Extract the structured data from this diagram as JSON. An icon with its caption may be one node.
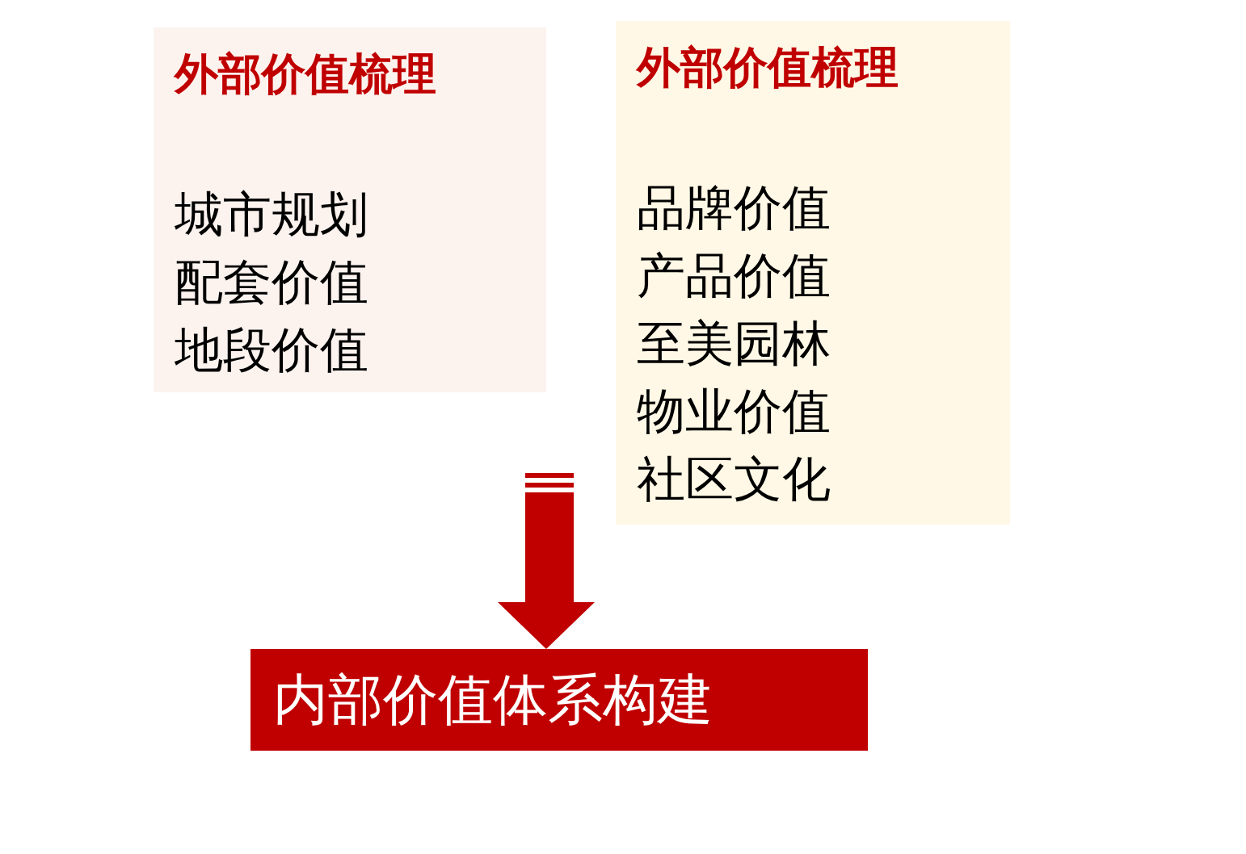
{
  "diagram": {
    "nodes": [
      {
        "text": [
          "外部价值梳理",
          "城市规划",
          "配套价值",
          "地段价值"
        ]
      },
      {
        "text": [
          "外部价值梳理",
          "品牌价值",
          "产品价值",
          "至美园林",
          "物业价值",
          "社区文化"
        ]
      },
      {
        "text": [
          "内部价值体系构建"
        ]
      }
    ],
    "edges": [
      {
        "from": null,
        "to": 2,
        "arrow": "to"
      }
    ]
  }
}
